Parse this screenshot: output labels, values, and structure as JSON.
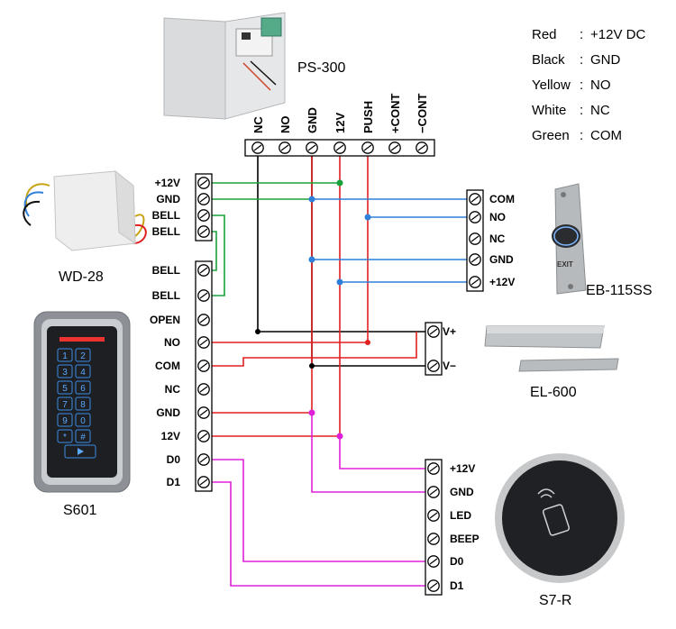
{
  "legend": [
    {
      "color": "Red",
      "sep": ": ",
      "meaning": "+12V DC"
    },
    {
      "color": "Black",
      "sep": ": ",
      "meaning": "GND"
    },
    {
      "color": "Yellow",
      "sep": ": ",
      "meaning": "NO"
    },
    {
      "color": "White",
      "sep": ": ",
      "meaning": "NC"
    },
    {
      "color": "Green",
      "sep": ": ",
      "meaning": "COM"
    }
  ],
  "devices": {
    "power_supply": "PS-300",
    "doorbell": "WD-28",
    "keypad": "S601",
    "exit_button": "EB-115SS",
    "exit_button_text": "EXIT",
    "lock": "EL-600",
    "reader": "S7-R"
  },
  "ps_terminals": [
    "NC",
    "NO",
    "GND",
    "12V",
    "PUSH",
    "+CONT",
    "−CONT"
  ],
  "controller_terminals_top": [
    "+12V",
    "GND",
    "BELL",
    "BELL"
  ],
  "controller_terminals": [
    "BELL",
    "BELL",
    "OPEN",
    "NO",
    "COM",
    "NC",
    "GND",
    "12V",
    "D0",
    "D1"
  ],
  "exit_terminals": [
    "COM",
    "NO",
    "NC",
    "GND",
    "+12V"
  ],
  "lock_terminals": [
    "V+",
    "V−"
  ],
  "reader_terminals": [
    "+12V",
    "GND",
    "LED",
    "BEEP",
    "D0",
    "D1"
  ],
  "keypad_keys": [
    "1",
    "2",
    "3",
    "4",
    "5",
    "6",
    "7",
    "8",
    "9",
    "0",
    "*",
    "#"
  ],
  "colors": {
    "red": "#e02020",
    "black": "#000000",
    "green": "#1aa23a",
    "blue": "#2e7fd8",
    "magenta": "#e020d8"
  }
}
